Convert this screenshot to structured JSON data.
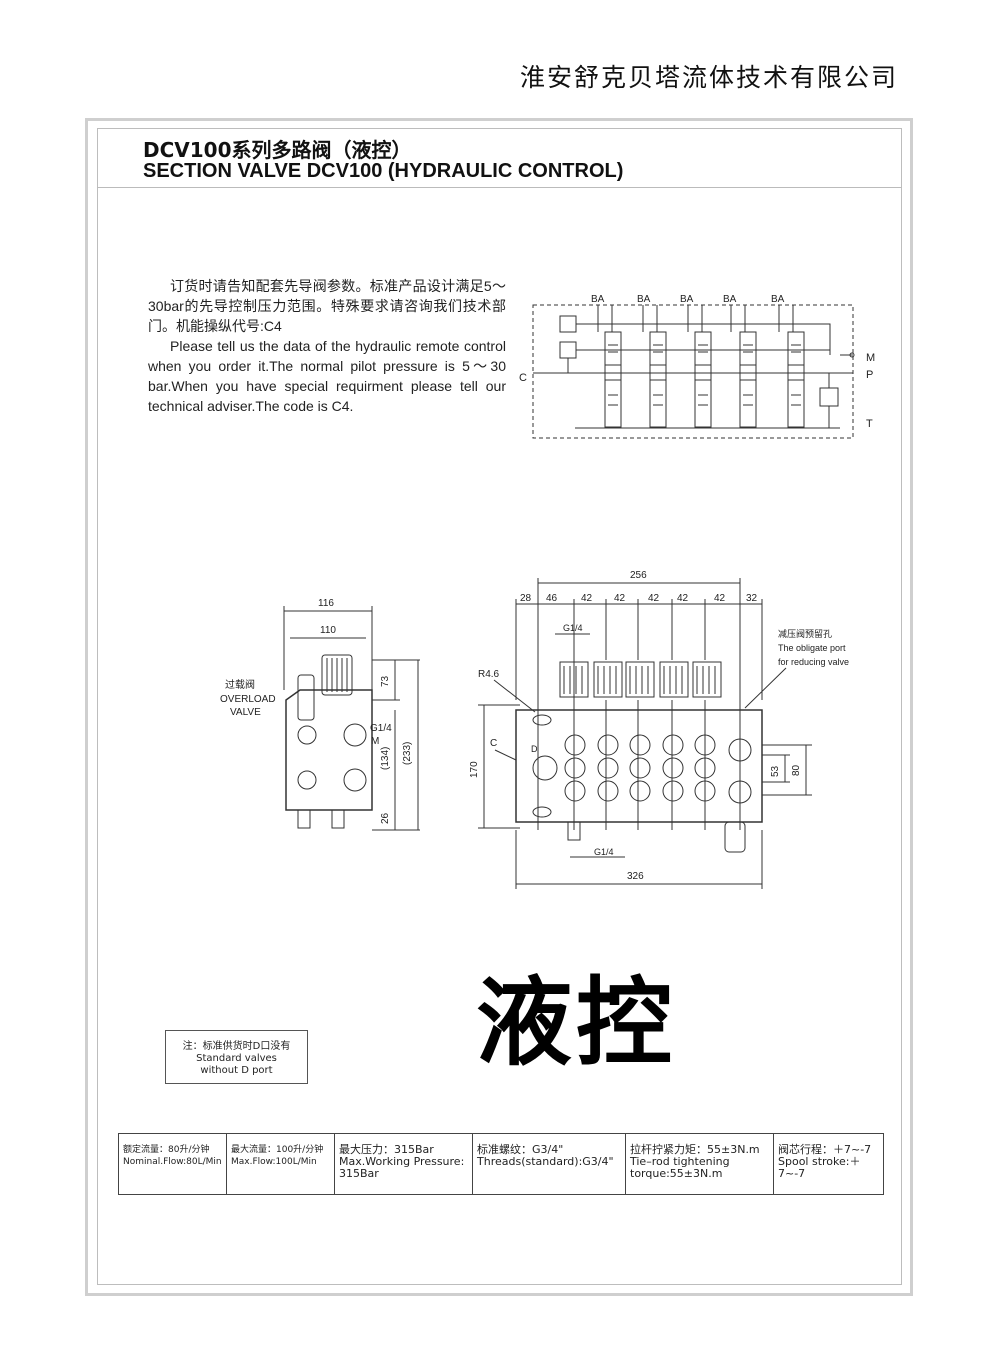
{
  "company": "淮安舒克贝塔流体技术有限公司",
  "title": {
    "cn": "DCV100系列多路阀（液控）",
    "en": "SECTION VALVE DCV100 (HYDRAULIC CONTROL)"
  },
  "description": {
    "cn": "订货时请告知配套先导阀参数。标准产品设计满足5～30bar的先导控制压力范围。特殊要求请咨询我们技术部门。机能操纵代号:C4",
    "en": "Please tell us the data of the hydraulic remote control when you order it.The normal pilot pressure is 5～30 bar.When you have special requirment please tell our technical adviser.The code is C4."
  },
  "schematic": {
    "port_labels": [
      "BA",
      "BA",
      "BA",
      "BA",
      "BA"
    ],
    "left_label": "C",
    "right_labels": [
      "M",
      "P",
      "T"
    ]
  },
  "side_view": {
    "dims": [
      "116",
      "110",
      "73",
      "(134)",
      "(233)",
      "26"
    ],
    "overload": [
      "过载阀",
      "OVERLOAD",
      "VALVE"
    ],
    "port": "G1/4",
    "m": "M"
  },
  "front_view": {
    "top_total": "256",
    "top_dims": [
      "28",
      "46",
      "42",
      "42",
      "42",
      "42",
      "42",
      "32"
    ],
    "g14_top": "G1/4",
    "g14_bottom": "G1/4",
    "r": "R4.6",
    "c": "C",
    "d": "D",
    "left_dim": "170",
    "right_dims": [
      "53",
      "80"
    ],
    "bottom_dim": "326",
    "obligate": [
      "减压阀预留孔",
      "The obligate port",
      "for reducing valve"
    ]
  },
  "big_text": "液控",
  "note": {
    "cn": "注：标准供货时D口没有",
    "en1": "Standard valves",
    "en2": "without D port"
  },
  "specs": [
    {
      "l1": "额定流量：80升/分钟",
      "l2": "Nominal.Flow:80L/Min",
      "l3": ""
    },
    {
      "l1": "最大流量：100升/分钟",
      "l2": "Max.Flow:100L/Min",
      "l3": ""
    },
    {
      "l1": "最大压力：315Bar",
      "l2": "Max.Working Pressure:",
      "l3": "315Bar"
    },
    {
      "l1": "标准螺纹：G3/4\"",
      "l2": "Threads(standard):G3/4\"",
      "l3": ""
    },
    {
      "l1": "拉杆拧紧力矩：55±3N.m",
      "l2": "Tie–rod tightening",
      "l3": "torque:55±3N.m"
    },
    {
      "l1": "阀芯行程：＋7~-7",
      "l2": "Spool stroke:＋7~-7",
      "l3": ""
    }
  ]
}
